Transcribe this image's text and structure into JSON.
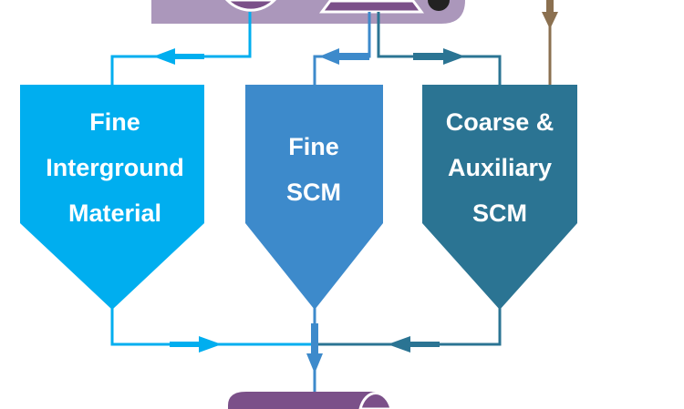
{
  "colors": {
    "fine_interground": "#00AEEF",
    "fine_scm": "#3D8ACB",
    "coarse_scm": "#2B7493",
    "purple": "#7B5089",
    "light_purple": "#AB97BB",
    "brown": "#8B7050"
  },
  "silos": [
    {
      "lines": [
        "Fine",
        "Interground",
        "Material"
      ]
    },
    {
      "lines": [
        "Fine",
        "SCM"
      ]
    },
    {
      "lines": [
        "Coarse &",
        "Auxiliary",
        "SCM"
      ]
    }
  ]
}
